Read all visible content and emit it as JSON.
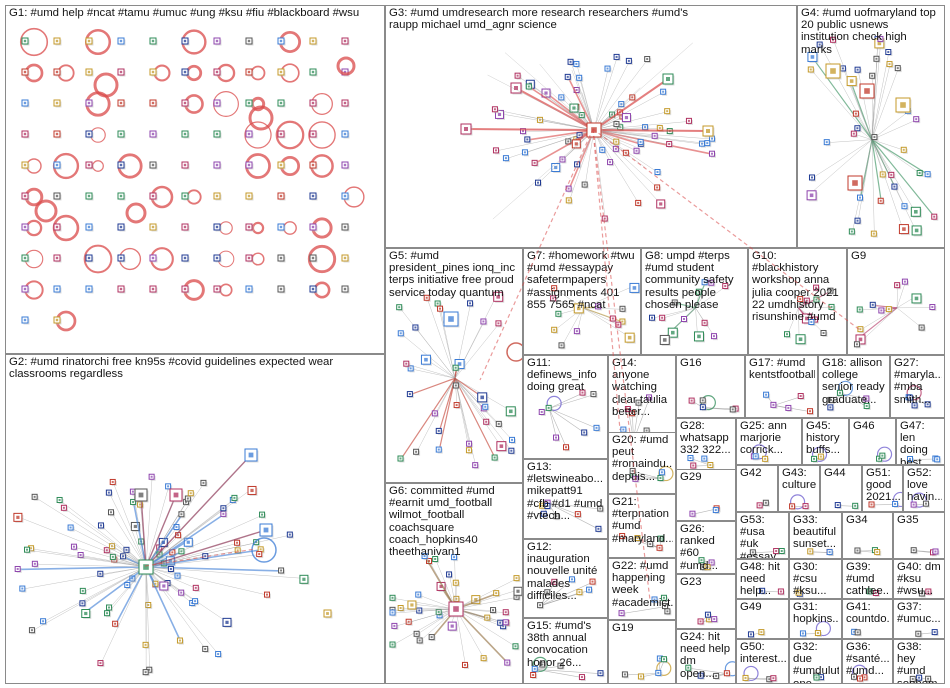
{
  "groups": [
    {
      "id": "G1",
      "label": "G1: #umd help #ncat #tamu #umuc #ung #ksu #fiu #blackboard #wsu",
      "layout": "grid",
      "accent": "#d94a4a"
    },
    {
      "id": "G2",
      "label": "G2: #umd rinatorchi free kn95s #covid guidelines expected wear classrooms regardless",
      "layout": "hub",
      "accent": "#3a7bd5"
    },
    {
      "id": "G3",
      "label": "G3: #umd umdresearch more research researchers #umd's raupp michael umd_agnr science",
      "layout": "hub",
      "accent": "#d94a4a"
    },
    {
      "id": "G4",
      "label": "G4: #umd uofmaryland top 20 public usnews institution check high marks",
      "layout": "cluster",
      "accent": "#2e8b57"
    },
    {
      "id": "G5",
      "label": "G5: #umd president_pines ionq_inc terps initiative free proud service today quantum",
      "layout": "cluster",
      "accent": "#c0392b"
    },
    {
      "id": "G6",
      "label": "G6: committed #umd #earnit umd_football wilmot_football coachsquare coach_hopkins40 theethanivan1",
      "layout": "hub",
      "accent": "#8e6b3a"
    },
    {
      "id": "G7",
      "label": "G7: #homework #twu #umd #essaypay safetermpapers #assignments 401 855 7565 #ncat",
      "layout": "cluster",
      "accent": "#c49a2a"
    },
    {
      "id": "G8",
      "label": "G8: umpd #terps #umd student community safety results people chosen please",
      "layout": "cluster",
      "accent": "#2e8b57"
    },
    {
      "id": "G10",
      "label": "G10: #blackhistory workshop anna julia cooper 2021 22 umdhistory risunshine #umd",
      "layout": "cluster",
      "accent": "#b03060"
    },
    {
      "id": "G9",
      "label": "G9",
      "layout": "cluster",
      "accent": "#b03060"
    },
    {
      "id": "G11",
      "label": "G11: definews_info doing great",
      "layout": "small",
      "accent": "#6a5acd"
    },
    {
      "id": "G14",
      "label": "G14: anyone watching clear taulia better...",
      "layout": "small",
      "accent": "#c49a2a"
    },
    {
      "id": "G16",
      "label": "G16",
      "layout": "small",
      "accent": "#2e8b57"
    },
    {
      "id": "G17",
      "label": "G17: #umd kentstfootball",
      "layout": "small",
      "accent": "#8e6b3a"
    },
    {
      "id": "G18",
      "label": "G18: allison college senior ready graduate...",
      "layout": "small",
      "accent": "#3a7bd5"
    },
    {
      "id": "G27",
      "label": "G27: #maryla... #mba smith...",
      "layout": "small",
      "accent": "#b03060"
    },
    {
      "id": "G28",
      "label": "G28: whatsapp 332 322...",
      "layout": "small",
      "accent": "#2e8b57"
    },
    {
      "id": "G25",
      "label": "G25: ann marjorie corrick...",
      "layout": "small",
      "accent": "#6a5acd"
    },
    {
      "id": "G45",
      "label": "G45: history buffs...",
      "layout": "small",
      "accent": "#6a5acd"
    },
    {
      "id": "G46",
      "label": "G46",
      "layout": "small",
      "accent": "#6a5acd"
    },
    {
      "id": "G47",
      "label": "G47: len doing best...",
      "layout": "small",
      "accent": "#6a5acd"
    },
    {
      "id": "G20",
      "label": "G20: #umd peut #romaindu... depuis...",
      "layout": "small",
      "accent": "#c49a2a"
    },
    {
      "id": "G13",
      "label": "G13: #letswineabo... mikepatt91 #cfb #d1 #umd #vtech...",
      "layout": "small",
      "accent": "#2e8b57"
    },
    {
      "id": "G29",
      "label": "G29",
      "layout": "small",
      "accent": "#c0392b"
    },
    {
      "id": "G42",
      "label": "G42",
      "layout": "small",
      "accent": "#2e8b57"
    },
    {
      "id": "G43",
      "label": "G43: culture",
      "layout": "small",
      "accent": "#6a5acd"
    },
    {
      "id": "G44",
      "label": "G44",
      "layout": "small",
      "accent": "#6a5acd"
    },
    {
      "id": "G51",
      "label": "G51: good 2021...",
      "layout": "small",
      "accent": "#6a5acd"
    },
    {
      "id": "G52",
      "label": "G52: love havin...",
      "layout": "small",
      "accent": "#6a5acd"
    },
    {
      "id": "G21",
      "label": "G21: #terpnation #umd #maryland...",
      "layout": "small",
      "accent": "#3a7bd5"
    },
    {
      "id": "G26",
      "label": "G26: ranked #60 #umd...",
      "layout": "small",
      "accent": "#2e8b57"
    },
    {
      "id": "G53",
      "label": "G53: #usa #uk #essay...",
      "layout": "small",
      "accent": "#6a5acd"
    },
    {
      "id": "G33",
      "label": "G33: beautiful sunset...",
      "layout": "small",
      "accent": "#6a5acd"
    },
    {
      "id": "G34",
      "label": "G34",
      "layout": "small",
      "accent": "#6a5acd"
    },
    {
      "id": "G35",
      "label": "G35",
      "layout": "small",
      "accent": "#6a5acd"
    },
    {
      "id": "G12",
      "label": "G12: inauguration nouvelle unité malades difficiles...",
      "layout": "small",
      "accent": "#c49a2a"
    },
    {
      "id": "G22",
      "label": "G22: #umd happening week #academict...",
      "layout": "small",
      "accent": "#2e8b57"
    },
    {
      "id": "G23",
      "label": "G23",
      "layout": "small",
      "accent": "#6a5acd"
    },
    {
      "id": "G48",
      "label": "G48: hit need help...",
      "layout": "small",
      "accent": "#6a5acd"
    },
    {
      "id": "G30",
      "label": "G30: #csu #ksu...",
      "layout": "small",
      "accent": "#6a5acd"
    },
    {
      "id": "G39",
      "label": "G39: #umd cathlee...",
      "layout": "small",
      "accent": "#6a5acd"
    },
    {
      "id": "G40",
      "label": "G40: dm #ksu #wsu...",
      "layout": "small",
      "accent": "#6a5acd"
    },
    {
      "id": "G15",
      "label": "G15: #umd's 38th annual convocation honor 26...",
      "layout": "small",
      "accent": "#2e8b57"
    },
    {
      "id": "G19",
      "label": "G19",
      "layout": "small",
      "accent": "#c49a2a"
    },
    {
      "id": "G49",
      "label": "G49",
      "layout": "small",
      "accent": "#6a5acd"
    },
    {
      "id": "G31",
      "label": "G31: hopkins...",
      "layout": "small",
      "accent": "#6a5acd"
    },
    {
      "id": "G41",
      "label": "G41: countdo...",
      "layout": "small",
      "accent": "#6a5acd"
    },
    {
      "id": "G37",
      "label": "G37: #umuc...",
      "layout": "small",
      "accent": "#6a5acd"
    },
    {
      "id": "G24",
      "label": "G24: hit need help dm open...",
      "layout": "small",
      "accent": "#3a7bd5"
    },
    {
      "id": "G50",
      "label": "G50: interest...",
      "layout": "small",
      "accent": "#6a5acd"
    },
    {
      "id": "G32",
      "label": "G32: due #umdulut... one...",
      "layout": "small",
      "accent": "#6a5acd"
    },
    {
      "id": "G36",
      "label": "G36: #santé... #umd...",
      "layout": "small",
      "accent": "#6a5acd"
    },
    {
      "id": "G38",
      "label": "G38: hey #umd sophom...",
      "layout": "small",
      "accent": "#6a5acd"
    }
  ],
  "colors": {
    "border": "#8a8a8a",
    "edge": "#9a9a9a",
    "edge_highlight": "#d94a4a",
    "node_fill": "#ffffff",
    "node_stroke": "#1f3a93",
    "label_text": "#141414"
  },
  "node_icons": [
    "profile-thumbnail-icon"
  ]
}
